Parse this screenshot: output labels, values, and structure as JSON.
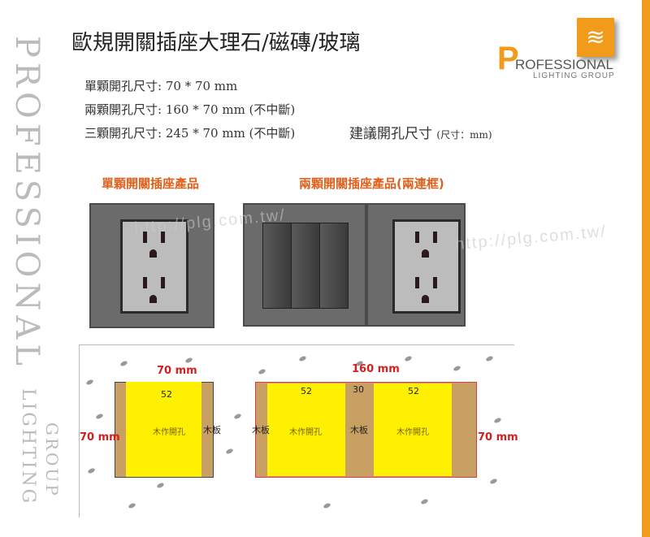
{
  "title": "歐規開關插座大理石/磁磚/玻璃",
  "specs": [
    "單顆開孔尺寸:  70 * 70  mm",
    "兩顆開孔尺寸: 160 * 70 mm (不中斷)",
    "三顆開孔尺寸: 245 * 70 mm (不中斷)"
  ],
  "suggest": {
    "label": "建議開孔尺寸",
    "unit": "(尺寸：mm)"
  },
  "brand": {
    "p": "P",
    "rest": "ROFESSIONAL",
    "sub": "LIGHTING GROUP",
    "vertical_main": "PROFESSIONAL",
    "vertical_lighting": "LIGHTING",
    "vertical_group": "GROUP",
    "watermark_url": "http://plg.com.tw/"
  },
  "products": {
    "single_label": "單顆開關插座產品",
    "double_label": "兩顆開關插座產品(兩連框)"
  },
  "diagram": {
    "single": {
      "width": "70 mm",
      "height": "70 mm",
      "inner": "52",
      "hole": "木作開孔",
      "board": "木板"
    },
    "double": {
      "width": "160 mm",
      "height": "70 mm",
      "inner_left": "52",
      "gap": "30",
      "inner_right": "52",
      "hole": "木作開孔",
      "board_left": "木板",
      "board_mid": "木板"
    }
  },
  "colors": {
    "accent": "#f29a1a",
    "label": "#e0601c",
    "wood": "#c8a064",
    "yellow": "#ffef00",
    "dim": "#d02020"
  }
}
